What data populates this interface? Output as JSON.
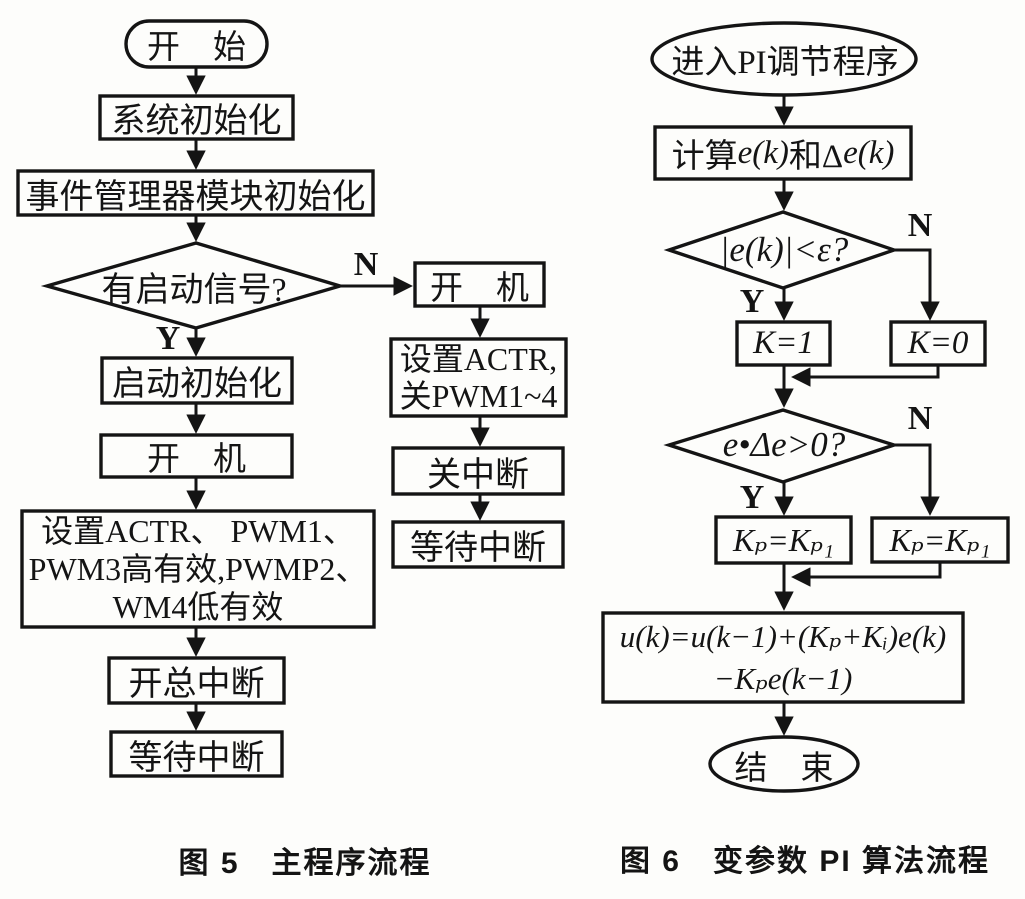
{
  "colors": {
    "ink": "#141414",
    "paper": "#fdfdfb"
  },
  "fig5": {
    "caption": "图 5　主程序流程",
    "start": "开　始",
    "sys_init": "系统初始化",
    "event_init": "事件管理器模块初始化",
    "decision": "有启动信号?",
    "n_label": "N",
    "y_label": "Y",
    "startup_init": "启动初始化",
    "power_on": "开　机",
    "setup_line1": "设置ACTR、 PWM1、",
    "setup_line2": "PWM3高有效,PWMP2、",
    "setup_line3": "WM4低有效",
    "open_master_interrupt": "开总中断",
    "wait_interrupt": "等待中断",
    "branch": {
      "power_on": "开　机",
      "setup_line1": "设置ACTR,",
      "setup_line2": "关PWM1~4",
      "close_interrupt": "关中断",
      "wait_interrupt": "等待中断"
    }
  },
  "fig6": {
    "caption": "图 6　变参数 PI 算法流程",
    "start": "进入PI调节程序",
    "calc_prefix": "计算",
    "calc_f1": "e(k)",
    "calc_mid": "和Δ",
    "calc_f2": "e(k)",
    "decision1": "|e(k)|<ε?",
    "n1_label": "N",
    "y1_label": "Y",
    "k_one": "K=1",
    "k_zero": "K=0",
    "decision2": "e•Δe>0?",
    "n2_label": "N",
    "y2_label": "Y",
    "kp_yes": "Kₚ=Kₚ₁",
    "kp_no": "Kₚ=Kₚ₁",
    "formula_line1": "u(k)=u(k−1)+(Kₚ+Kᵢ)e(k)",
    "formula_line2": "−Kₚe(k−1)",
    "end": "结　束"
  }
}
